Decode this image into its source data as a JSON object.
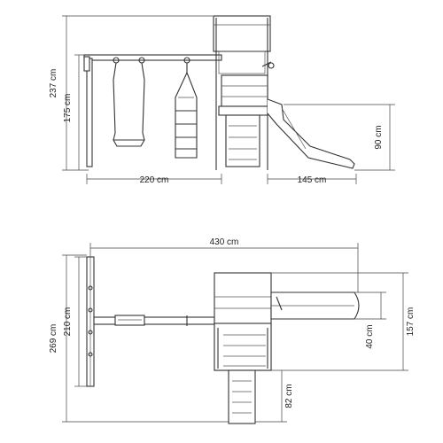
{
  "diagram": {
    "side_view": {
      "total_height": "237 cm",
      "swing_height": "175 cm",
      "swing_width": "220 cm",
      "slide_length": "145 cm",
      "tower_side_height": "90 cm"
    },
    "top_view": {
      "total_length": "430 cm",
      "total_depth": "269 cm",
      "swing_depth": "210 cm",
      "slide_width": "40 cm",
      "tower_depth": "157 cm",
      "ladder_length": "82 cm"
    }
  }
}
